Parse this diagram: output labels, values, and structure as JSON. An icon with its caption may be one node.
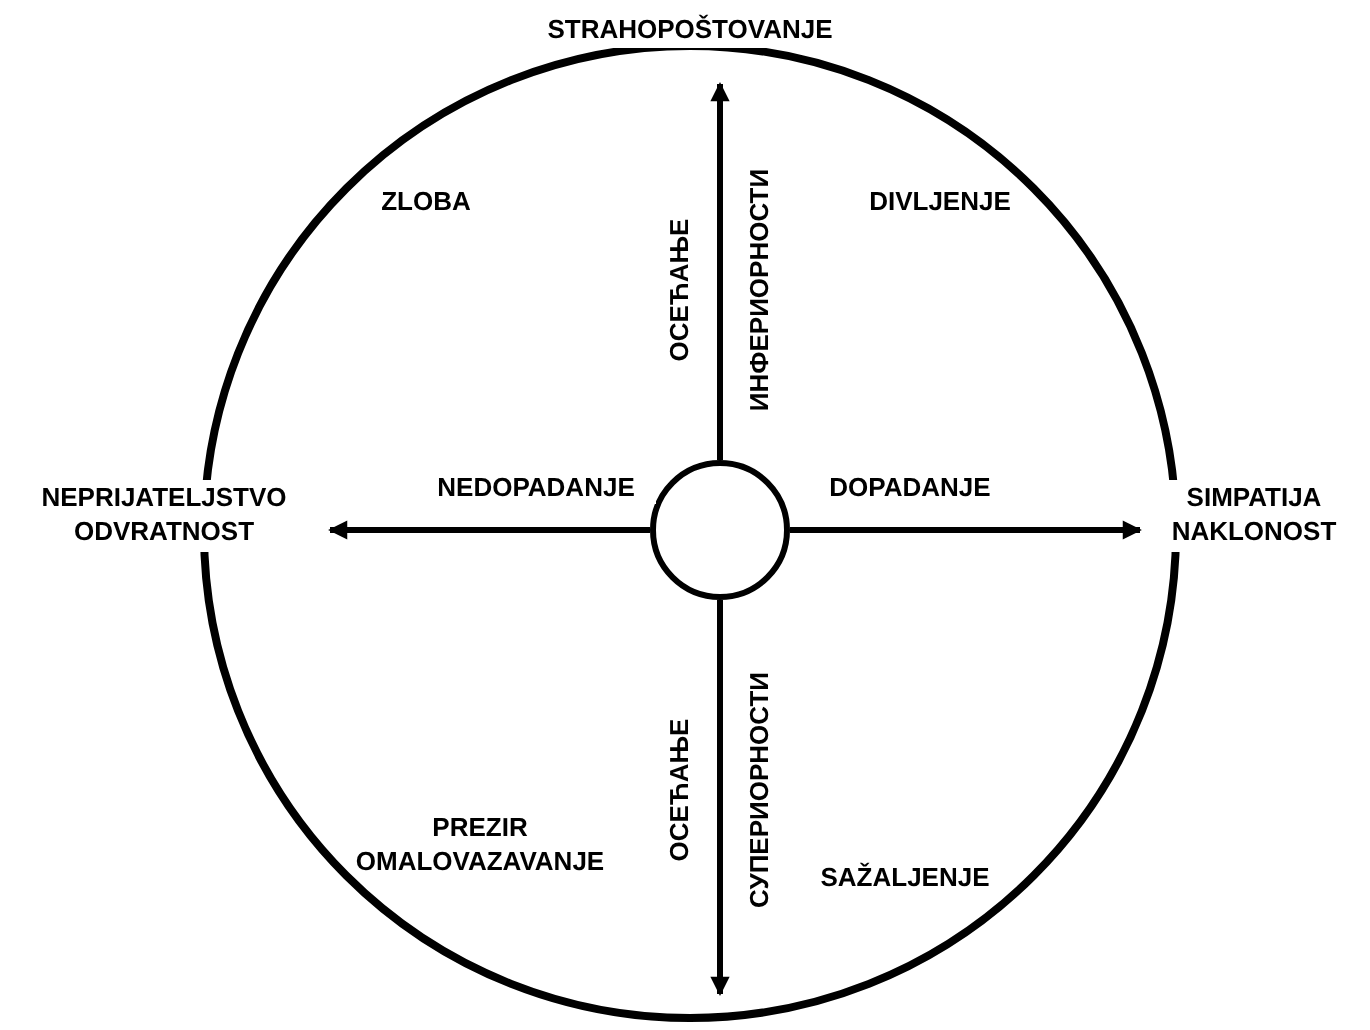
{
  "diagram": {
    "nodes": [
      {
        "text": [],
        "shape": "circle"
      },
      {
        "text": [
          "STRAHOPOŠTOVANJE"
        ]
      },
      {
        "text": [
          "NEPRIJATELJSTVO ODVRATNOST"
        ]
      },
      {
        "text": [
          "SIMPATIJA NAKLONOST"
        ]
      }
    ],
    "edges": [
      {
        "from": 0,
        "to": 1,
        "arrow": "to",
        "label": "ОСЕЋАЊЕ ИНФЕРИОРНОСТИ"
      },
      {
        "from": 0,
        "to": 2,
        "arrow": "to",
        "label": "NEDOPADANJE"
      },
      {
        "from": 0,
        "to": 3,
        "arrow": "to",
        "label": "DOPADANJE"
      },
      {
        "from": 0,
        "to": null,
        "arrow": "to",
        "label": "ОСЕЋАЊЕ СУПЕРИОРНОСТИ"
      }
    ],
    "labels": [
      "ZLOBA",
      "DIVLJENJE",
      "PREZIR OMALOVAZAVANJE",
      "SAŽALJENJE"
    ]
  }
}
